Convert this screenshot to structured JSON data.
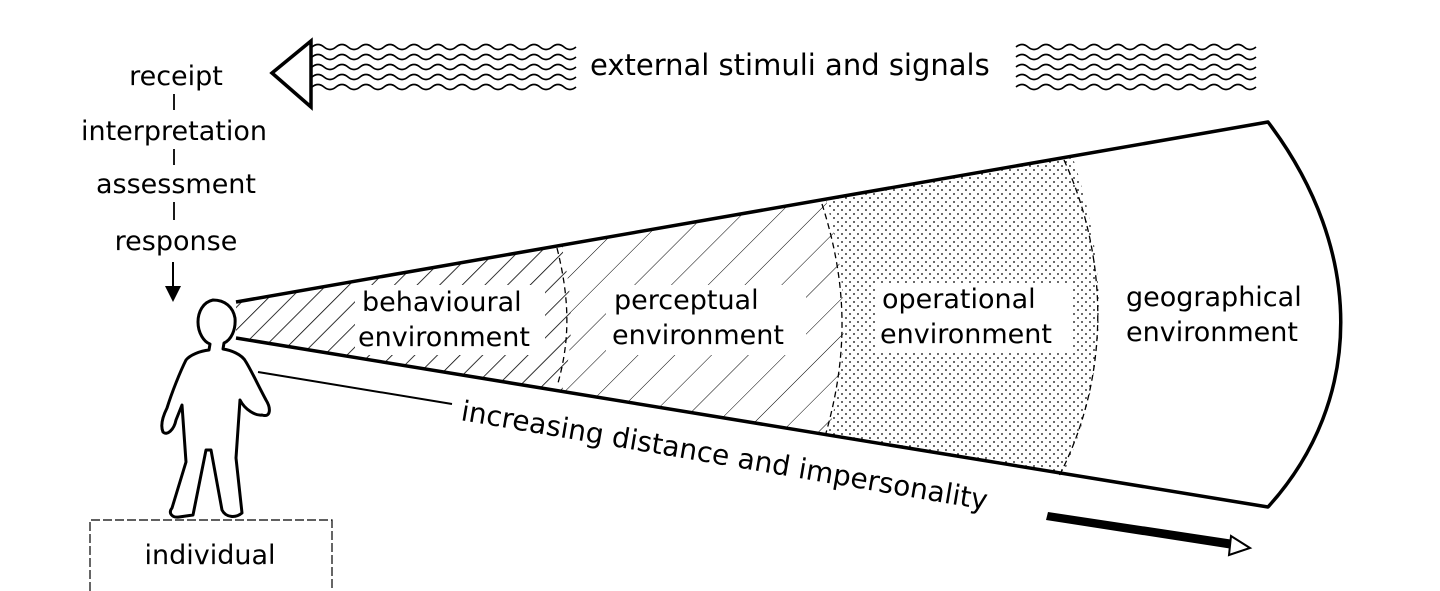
{
  "process_stages": [
    "receipt",
    "interpretation",
    "assessment",
    "response"
  ],
  "stimuli_label": "external stimuli and signals",
  "zones": [
    {
      "id": "behavioural",
      "line1": "behavioural",
      "line2": "environment"
    },
    {
      "id": "perceptual",
      "line1": "perceptual",
      "line2": "environment"
    },
    {
      "id": "operational",
      "line1": "operational",
      "line2": "environment"
    },
    {
      "id": "geographical",
      "line1": "geographical",
      "line2": "environment"
    }
  ],
  "distance_label": "increasing distance and impersonality",
  "individual_label": "individual"
}
